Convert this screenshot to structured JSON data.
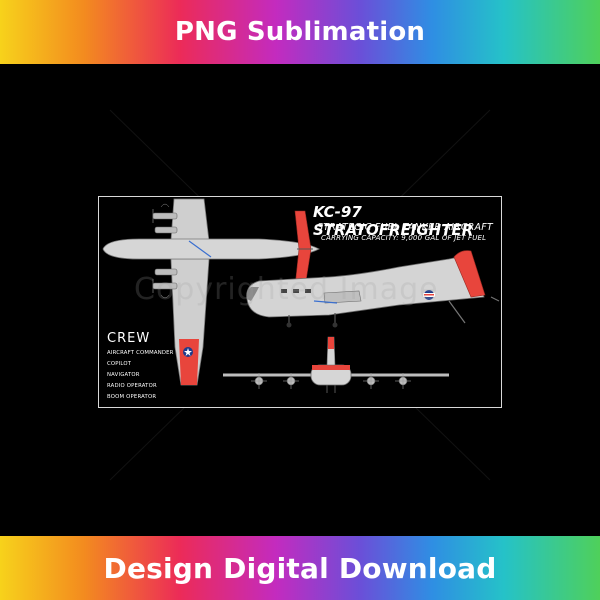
{
  "header": {
    "text": "PNG Sublimation"
  },
  "footer": {
    "text": "Design Digital Download"
  },
  "poster": {
    "title": "KC-97 STRATOFREIGHTER",
    "subtitle": "STRATEGIC FUEL TANKER AIRCRAFT",
    "capacity": "CARRYING CAPACITY: 9,000 GAL OF JET FUEL",
    "crew_title": "CREW",
    "crew": [
      "AIRCRAFT COMMANDER",
      "COPILOT",
      "NAVIGATOR",
      "RADIO OPERATOR",
      "BOOM OPERATOR"
    ]
  },
  "watermark": {
    "text": "Copyrighted Image"
  },
  "colors": {
    "background": "#000000",
    "text": "#ffffff",
    "aircraft_body": "#c9c9c9",
    "aircraft_red": "#e8453c",
    "roundel_blue": "#1f3b8a"
  }
}
